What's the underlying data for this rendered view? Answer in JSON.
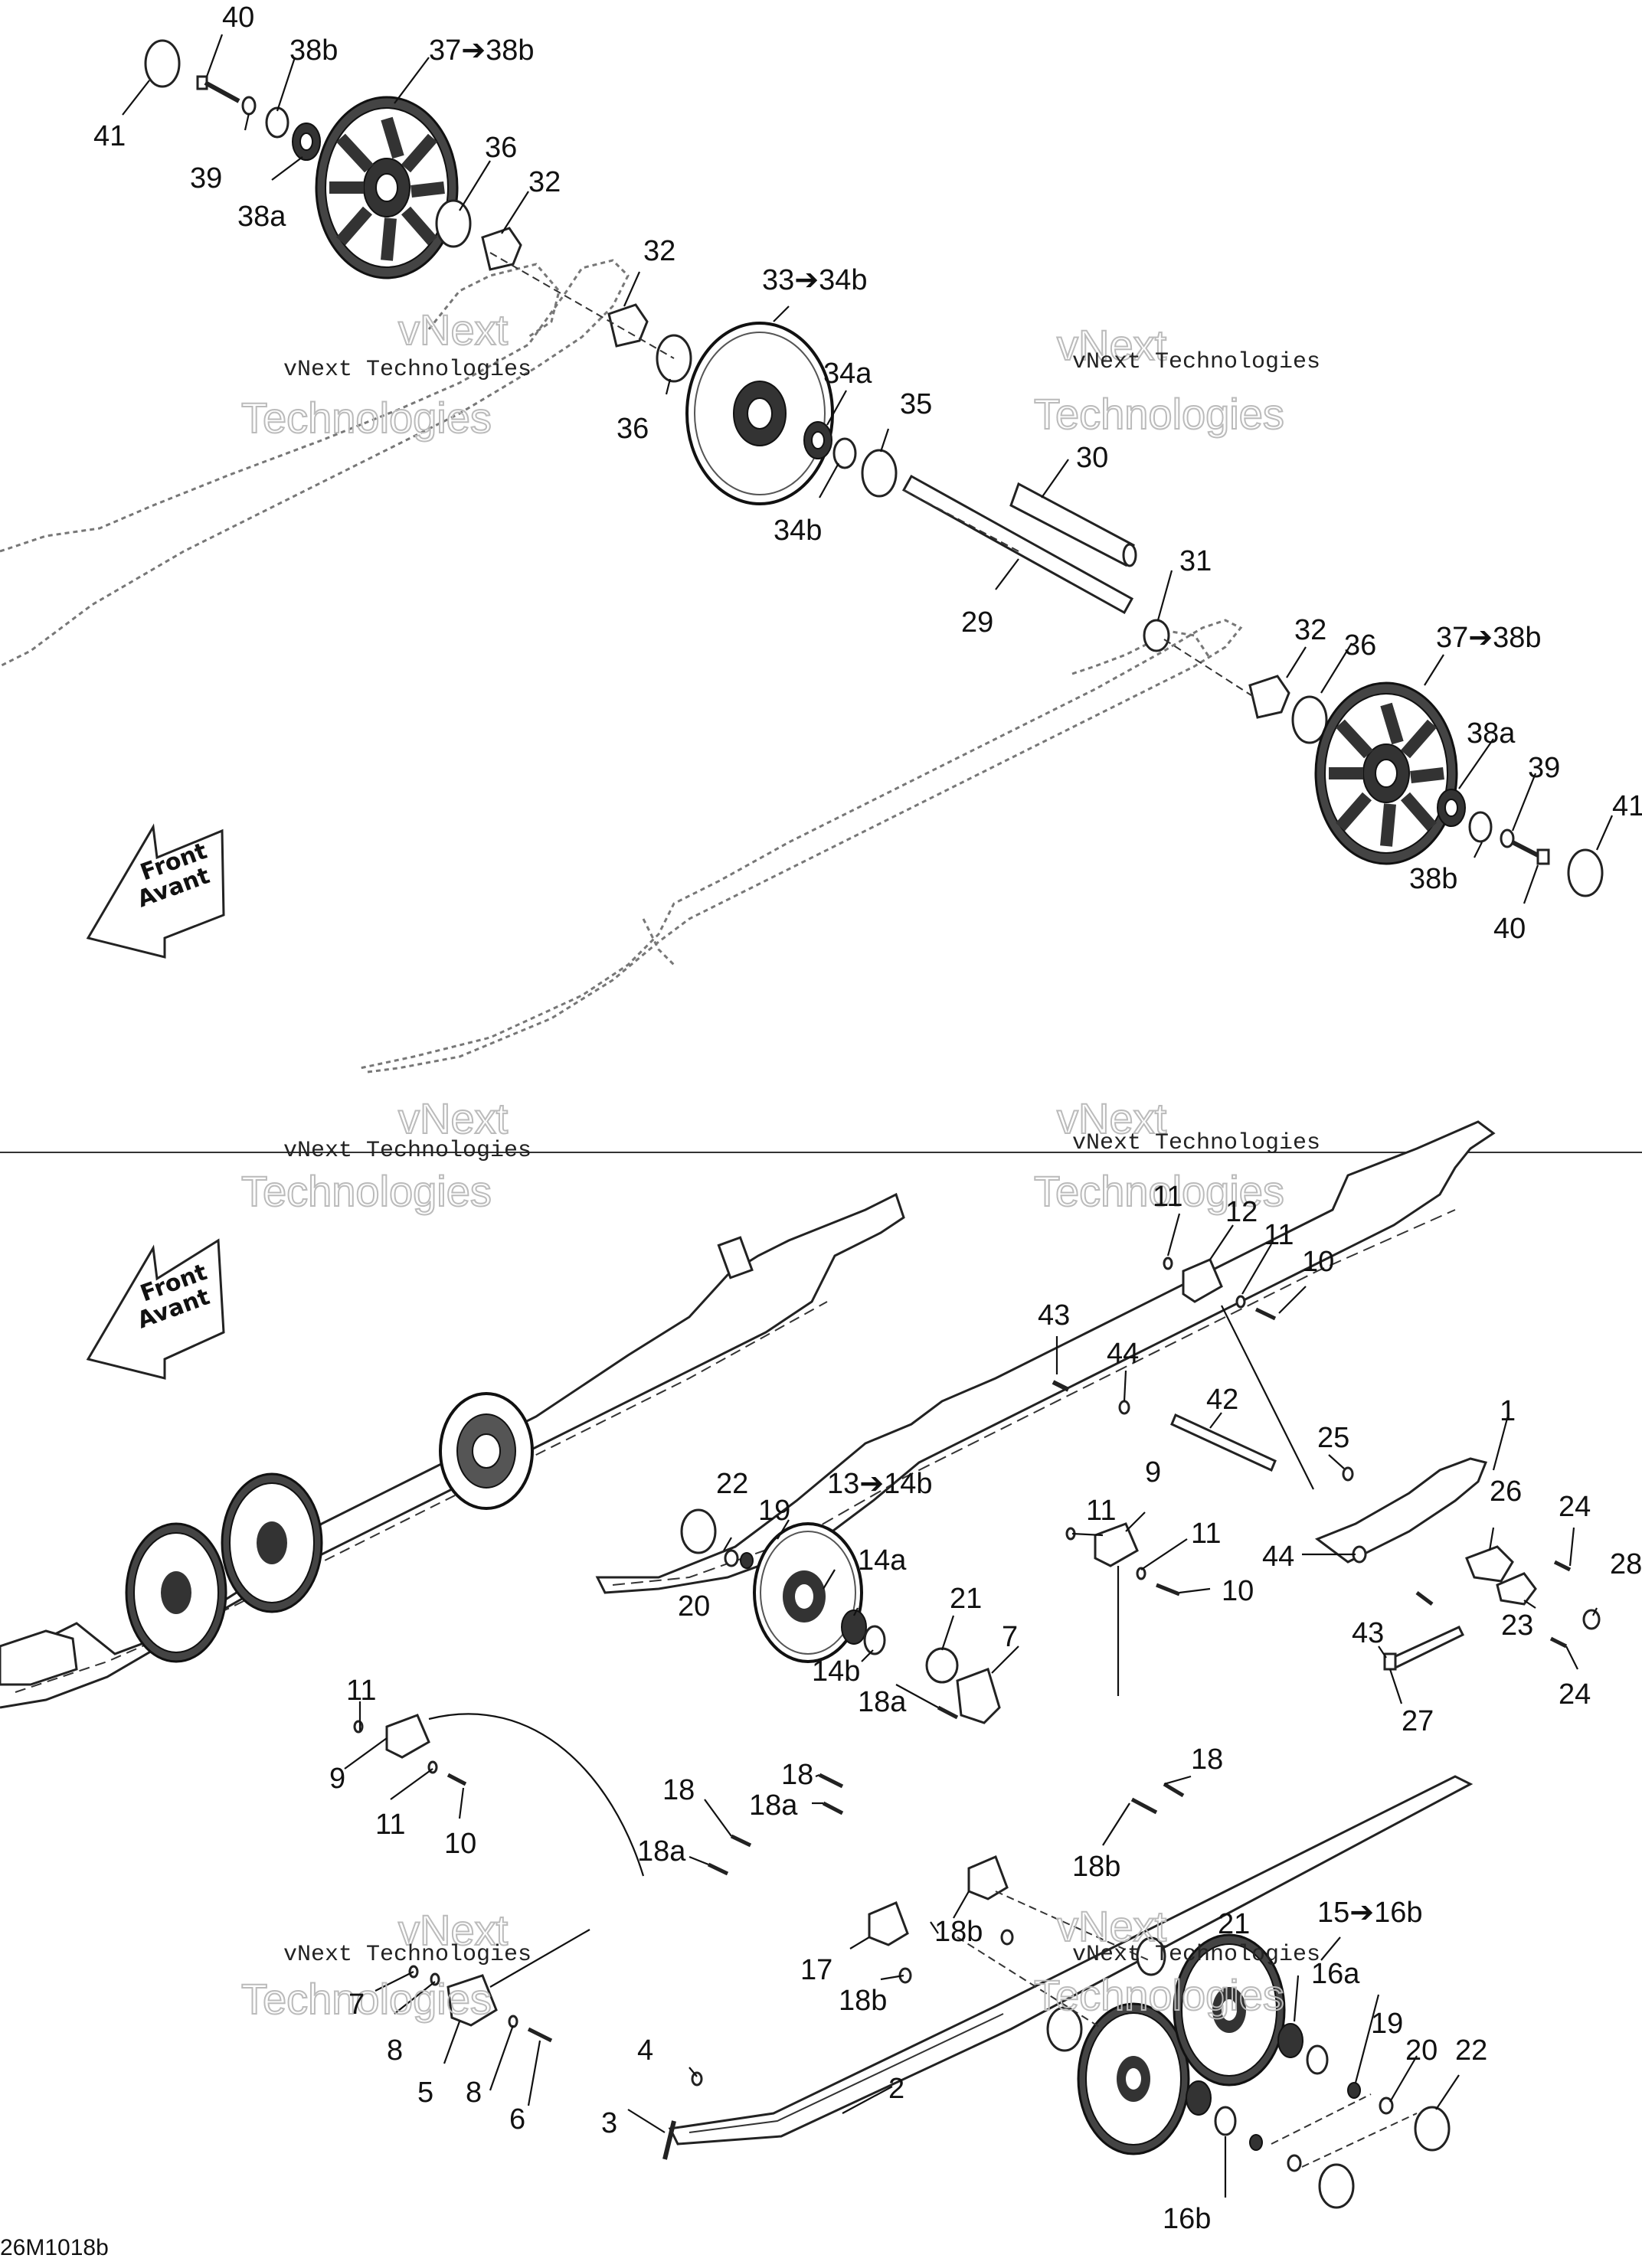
{
  "figure_code": "26M1018b",
  "direction_arrow": {
    "line1": "Front",
    "line2": "Avant"
  },
  "watermark": {
    "line1": "vNext",
    "line2": "Technologies",
    "line3": "vNext Technologies"
  },
  "callouts": [
    "1",
    "2",
    "3",
    "4",
    "5",
    "6",
    "7",
    "8",
    "9",
    "10",
    "11",
    "12",
    "13➔14b",
    "14a",
    "14b",
    "15➔16b",
    "16a",
    "16b",
    "17",
    "18",
    "18a",
    "18b",
    "19",
    "20",
    "21",
    "22",
    "23",
    "24",
    "25",
    "26",
    "27",
    "28",
    "29",
    "30",
    "31",
    "32",
    "33➔34b",
    "34a",
    "34b",
    "35",
    "36",
    "37➔38b",
    "38a",
    "38b",
    "39",
    "40",
    "41",
    "42",
    "43",
    "44"
  ]
}
